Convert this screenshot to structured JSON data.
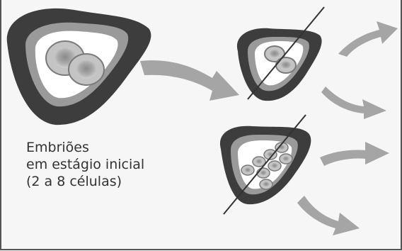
{
  "caption": {
    "lines": [
      "Embriões",
      "em estágio inicial",
      "(2 a 8 células)"
    ]
  },
  "colors": {
    "outer_shell": "#3d3d3d",
    "inner_membrane": "#9a9a9a",
    "inner_white": "#ffffff",
    "cell_light": "#c4c4c4",
    "cell_core": "#8a8a8a",
    "arrow": "#a5a5a5",
    "cut_line": "#333333",
    "caption_text": "#333333",
    "frame": "#555555"
  }
}
